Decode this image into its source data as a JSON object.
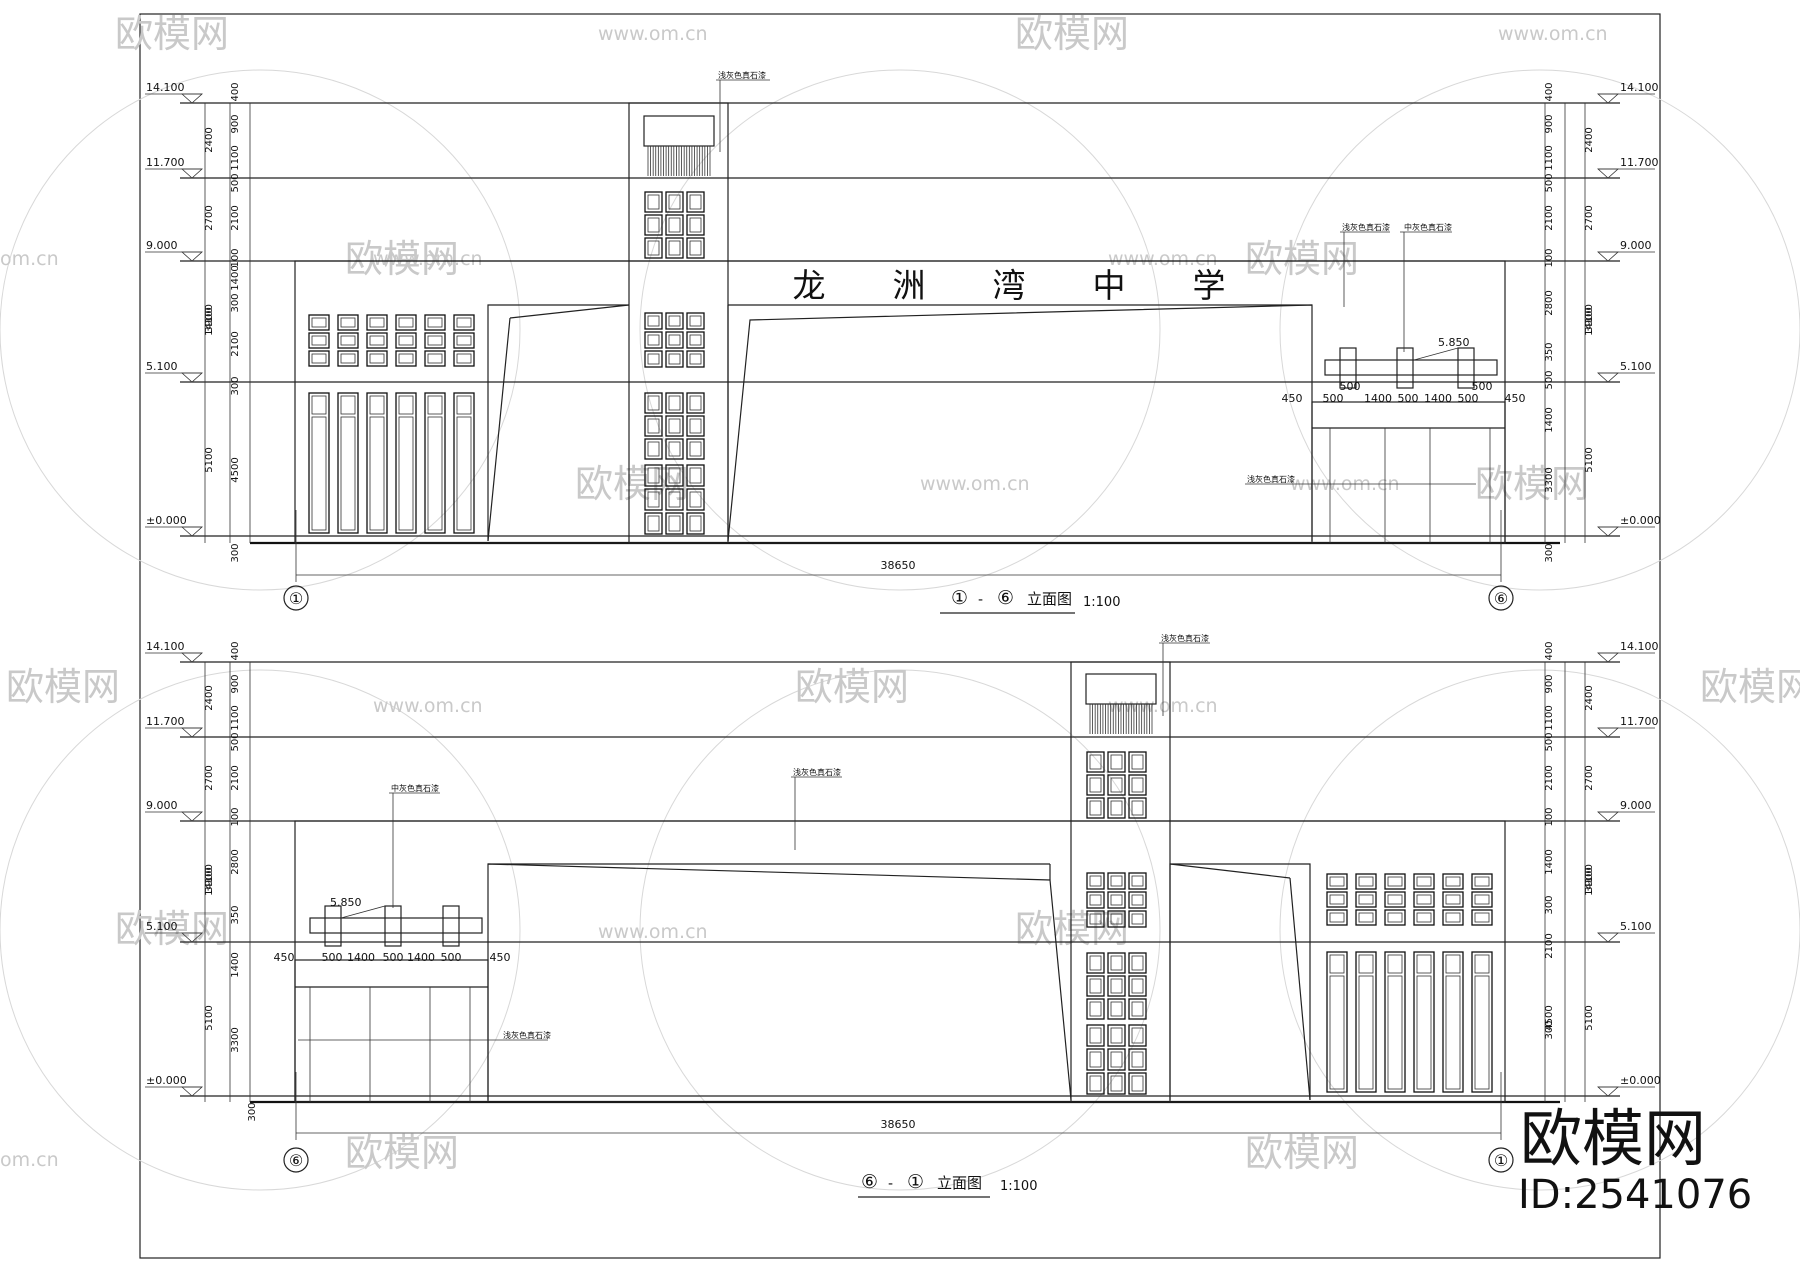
{
  "watermark": {
    "brand": "欧模网",
    "site": "www.om.cn",
    "site_short": "om.cn",
    "id_label": "ID:2541076"
  },
  "elevation_top": {
    "title_num_a": "①",
    "title_dash": "-",
    "title_num_b": "⑥",
    "title_text": "立面图",
    "scale": "1:100",
    "school_name": [
      "龙",
      "洲",
      "湾",
      "中",
      "学"
    ],
    "axis_left": "①",
    "axis_right": "⑥",
    "total_width": "38650",
    "levels": [
      "14.100",
      "11.700",
      "9.000",
      "5.100",
      "±0.000"
    ],
    "level_5850": "5.850",
    "left_dims_inner": [
      "400",
      "900",
      "1100",
      "500",
      "2100",
      "100",
      "1400",
      "300",
      "2100",
      "300",
      "4500"
    ],
    "left_dims_mid": [
      "2400",
      "2700",
      "3900",
      "5100"
    ],
    "left_dim_outer": "14100",
    "base_dim": "300",
    "right_dims_inner": [
      "400",
      "900",
      "1100",
      "500",
      "2100",
      "100",
      "2800",
      "350",
      "500",
      "1400",
      "3300"
    ],
    "canopy_dims": [
      "450",
      "500",
      "500",
      "1400",
      "500",
      "1400",
      "500",
      "500",
      "450"
    ],
    "right_small": "450",
    "labels": {
      "light_gray_stone": "浅灰色真石漆",
      "mid_gray_stone": "中灰色真石漆"
    }
  },
  "elevation_bottom": {
    "title_num_a": "⑥",
    "title_dash": "-",
    "title_num_b": "①",
    "title_text": "立面图",
    "scale": "1:100",
    "axis_left": "⑥",
    "axis_right": "①",
    "total_width": "38650",
    "levels": [
      "14.100",
      "11.700",
      "9.000",
      "5.100",
      "±0.000"
    ],
    "level_5850": "5.850",
    "left_dims_inner": [
      "400",
      "900",
      "1100",
      "500",
      "2100",
      "100",
      "2800",
      "350",
      "1400",
      "3300"
    ],
    "left_dims_mid": [
      "2400",
      "2700",
      "3900",
      "5100"
    ],
    "left_dim_outer": "14100",
    "base_dim": "300",
    "right_dims_inner": [
      "400",
      "900",
      "1100",
      "500",
      "2100",
      "100",
      "1400",
      "300",
      "2100",
      "300",
      "4500"
    ],
    "canopy_dims": [
      "450",
      "500",
      "1400",
      "500",
      "1400",
      "500",
      "450"
    ],
    "labels": {
      "light_gray_stone": "浅灰色真石漆",
      "mid_gray_stone": "中灰色真石漆"
    }
  }
}
